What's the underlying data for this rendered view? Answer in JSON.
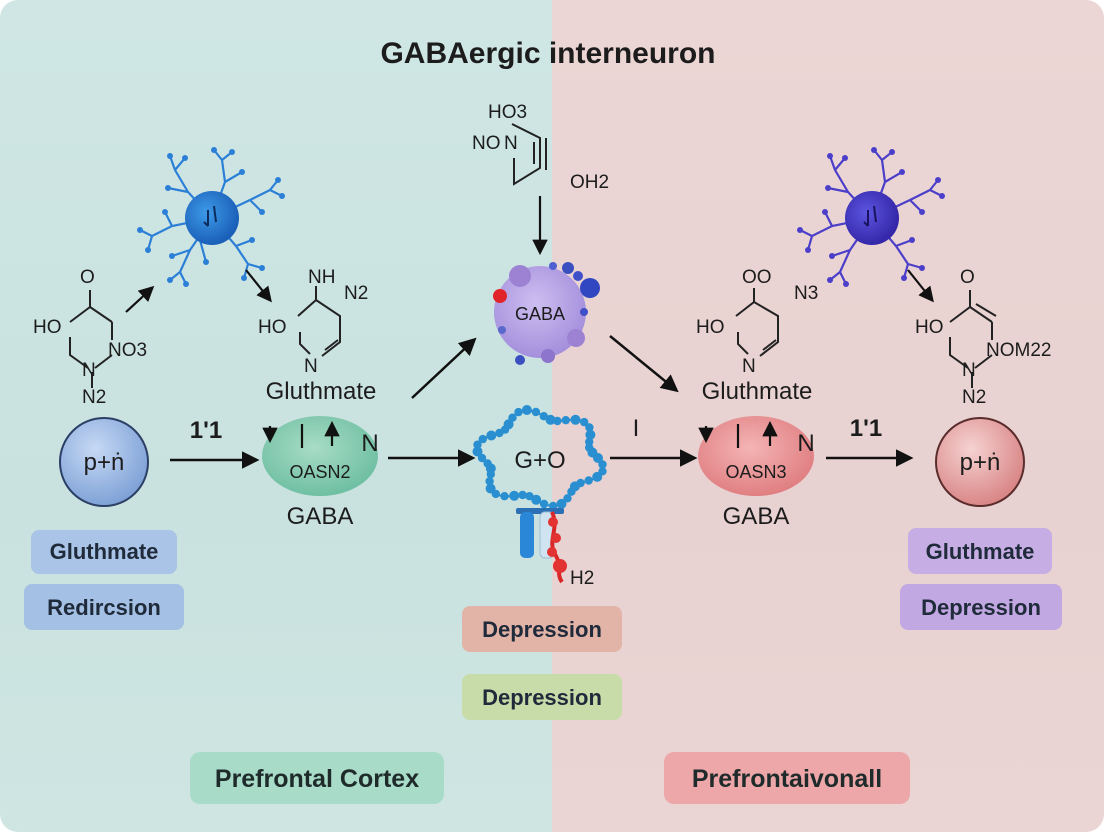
{
  "title": "GABAergic interneuron",
  "left": {
    "molecule": {
      "o": "O",
      "ho": "HO",
      "no3": "NO3",
      "n": "N",
      "n2": "N2"
    },
    "molecule2": {
      "nh": "NH",
      "n2": "N2",
      "ho": "HO",
      "n": "N"
    },
    "gluthmate_label": "Gluthmate",
    "gaba_label": "GABA",
    "gaba_ellipse_text": "OASN2",
    "ellipse_n": "N",
    "arrow_label": "1'1",
    "circle_text": "p+ṅ",
    "pill1": "Gluthmate",
    "pill2": "Redircsion",
    "region": "Prefrontal Cortex"
  },
  "center": {
    "molecule": {
      "ho3": "HO3",
      "no": "NO",
      "n": "N",
      "oh2": "OH2"
    },
    "vesicle_text": "GABA",
    "ring_text": "G+O",
    "h2": "H2",
    "pill1": "Depression",
    "pill2": "Depression"
  },
  "right": {
    "molecule": {
      "oo": "OO",
      "n3": "N3",
      "ho": "HO",
      "n": "N"
    },
    "molecule2": {
      "o": "O",
      "ho": "HO",
      "n": "N",
      "nom22": "NOM22",
      "n2": "N2"
    },
    "gluthmate_label": "Gluthmate",
    "gaba_label": "GABA",
    "gaba_ellipse_text": "OASN3",
    "ellipse_n": "N",
    "arrow_label_left": "I",
    "arrow_label": "1'1",
    "circle_text": "p+ṅ",
    "pill1": "Gluthmate",
    "pill2": "Depression",
    "region": "Prefrontaivonall"
  },
  "colors": {
    "left_bg": "#cfe6e4",
    "right_bg": "#ecd6d5",
    "neuron_left": "#2b7fd6",
    "neuron_right": "#4b3ec9",
    "vesicle": "#b9a6e0",
    "ring": "#2a8fd0"
  }
}
